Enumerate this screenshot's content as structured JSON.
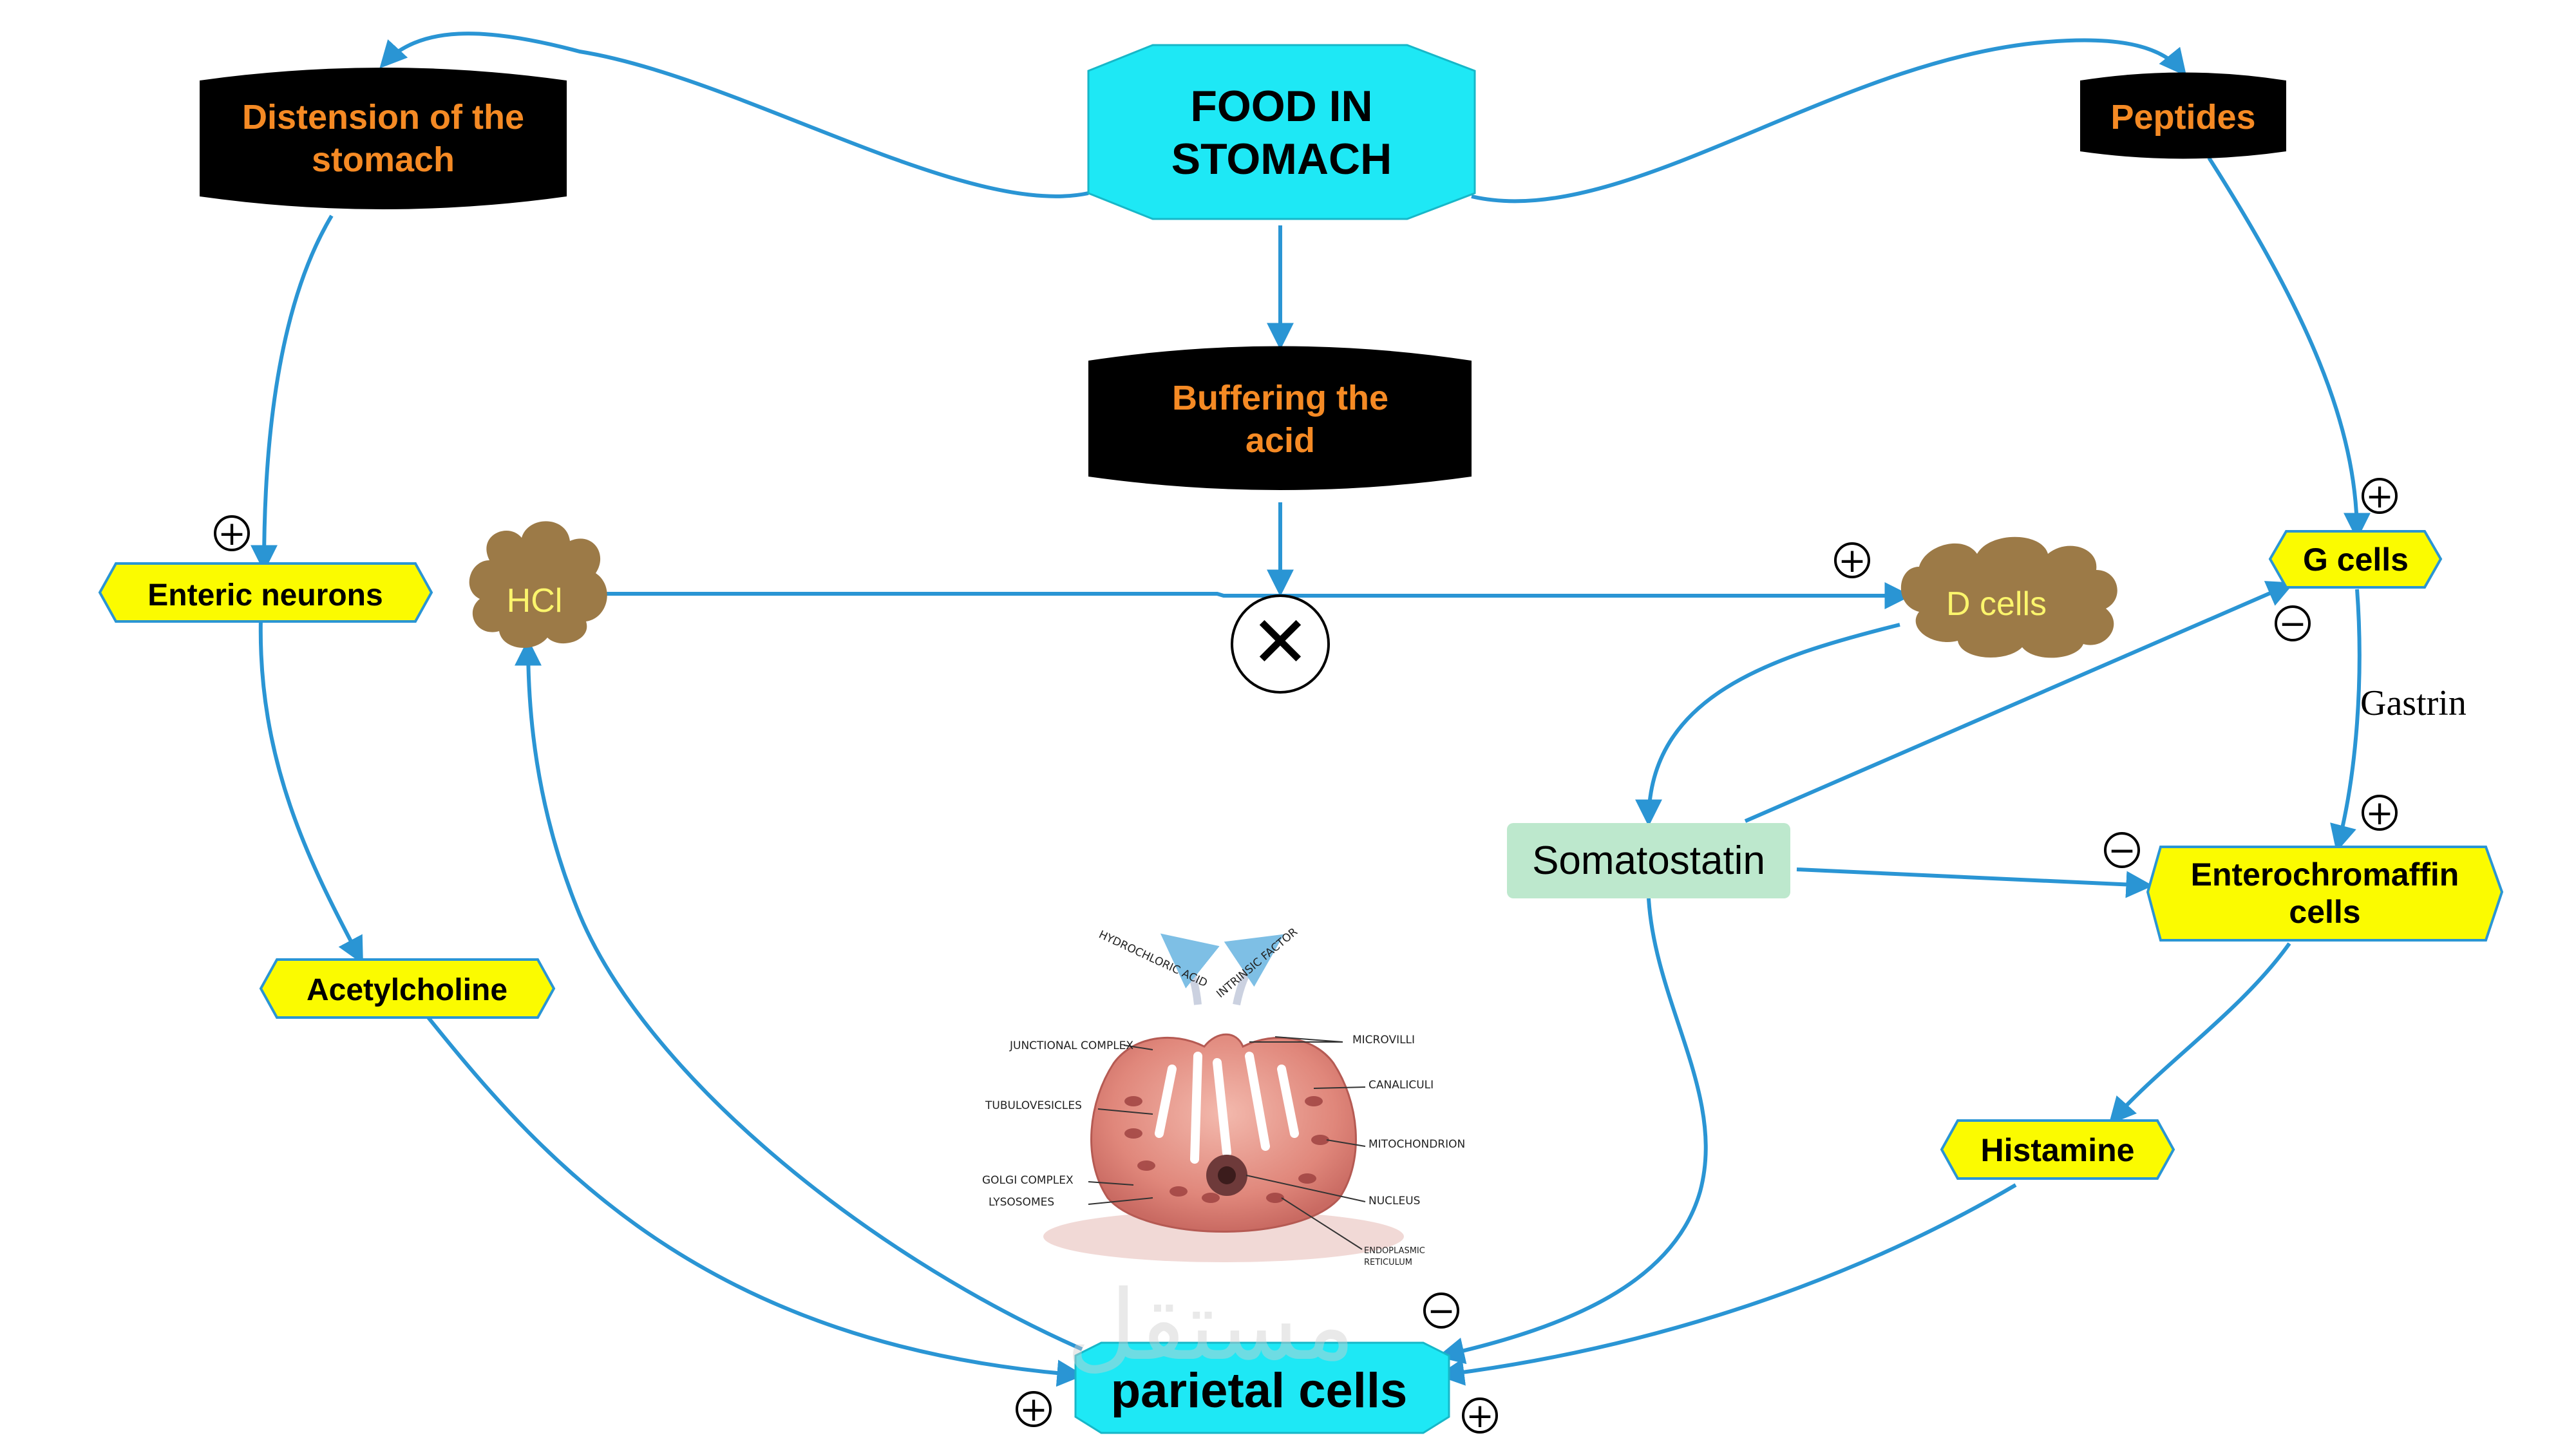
{
  "colors": {
    "arrow": "#2a95d4",
    "black_node_fill": "#000000",
    "black_node_text": "#f58a24",
    "cyan_node_fill": "#1ee8f5",
    "yellow_node_fill": "#fbfb00",
    "cloud_fill": "#9c7a47",
    "cloud_text": "#fbf56c",
    "somatostatin_fill": "#bde8cd"
  },
  "nodes": {
    "food_in_stomach": {
      "line1": "FOOD IN",
      "line2": "STOMACH"
    },
    "distension": {
      "line1": "Distension of the",
      "line2": "stomach"
    },
    "peptides": {
      "label": "Peptides"
    },
    "buffering": {
      "line1": "Buffering the",
      "line2": "acid"
    },
    "enteric_neurons": {
      "label": "Enteric neurons"
    },
    "hcl": {
      "label": "HCl"
    },
    "d_cells": {
      "label": "D cells"
    },
    "g_cells": {
      "label": "G cells"
    },
    "gastrin": {
      "label": "Gastrin"
    },
    "somatostatin": {
      "label": "Somatostatin"
    },
    "enterochromaffin": {
      "line1": "Enterochromaffin",
      "line2": "cells"
    },
    "acetylcholine": {
      "label": "Acetylcholine"
    },
    "histamine": {
      "label": "Histamine"
    },
    "parietal_cells": {
      "label": "parietal cells"
    }
  },
  "signs": {
    "plus": "+",
    "minus": "−",
    "block": "✕"
  },
  "illustration": {
    "labels": {
      "hydrochloric_acid": "HYDROCHLORIC ACID",
      "intrinsic_factor": "INTRINSIC FACTOR",
      "junctional_complex": "JUNCTIONAL COMPLEX",
      "microvilli": "MICROVILLI",
      "canaliculi": "CANALICULI",
      "tubulovesicles": "TUBULOVESICLES",
      "mitochondrion": "MITOCHONDRION",
      "golgi_complex": "GOLGI COMPLEX",
      "lysosomes": "LYSOSOMES",
      "nucleus": "NUCLEUS",
      "endoplasmic_line1": "ENDOPLASMIC",
      "endoplasmic_line2": "RETICULUM"
    }
  },
  "watermark": {
    "text": "مستقل"
  }
}
